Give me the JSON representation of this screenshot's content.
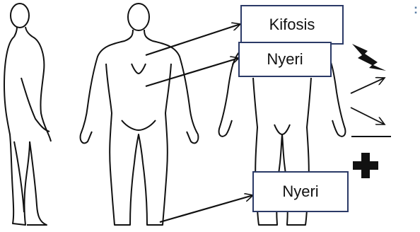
{
  "labels": {
    "kifosis": "Kifosis",
    "nyeri_top": "Nyeri",
    "nyeri_bottom": "Nyeri"
  },
  "corner_mark": ":",
  "symbols": [
    "lightning-icon",
    "arrow-up-right-icon",
    "arrow-down-right-icon",
    "horizontal-line-icon",
    "plus-icon"
  ],
  "colors": {
    "box_border": "#2b3a67",
    "line": "#111111",
    "accent": "#5b7fa6"
  }
}
